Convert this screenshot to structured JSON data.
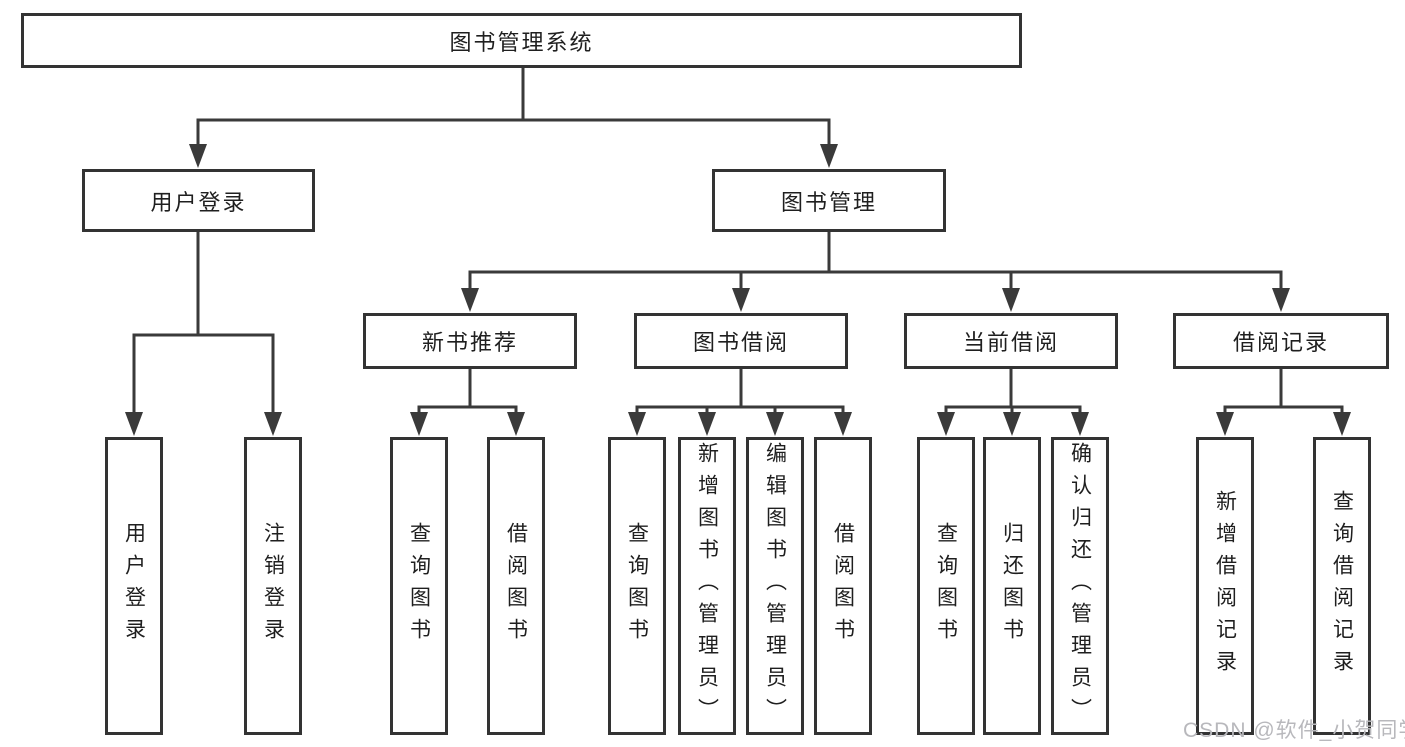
{
  "colors": {
    "line": "#3a3a3a",
    "box_border": "#333333",
    "text": "#1f1f1f",
    "watermark": "#b8b8bc",
    "background": "#ffffff"
  },
  "watermark": {
    "text": "CSDN @软件_小贺同学"
  },
  "tree": {
    "label": "图书管理系统",
    "children": [
      {
        "label": "用户登录",
        "children": [
          {
            "label": "用户登录"
          },
          {
            "label": "注销登录"
          }
        ]
      },
      {
        "label": "图书管理",
        "children": [
          {
            "label": "新书推荐",
            "children": [
              {
                "label": "查询图书"
              },
              {
                "label": "借阅图书"
              }
            ]
          },
          {
            "label": "图书借阅",
            "children": [
              {
                "label": "查询图书"
              },
              {
                "label": "新增图书（管理员）"
              },
              {
                "label": "编辑图书（管理员）"
              },
              {
                "label": "借阅图书"
              }
            ]
          },
          {
            "label": "当前借阅",
            "children": [
              {
                "label": "查询图书"
              },
              {
                "label": "归还图书"
              },
              {
                "label": "确认归还（管理员）"
              }
            ]
          },
          {
            "label": "借阅记录",
            "children": [
              {
                "label": "新增借阅记录"
              },
              {
                "label": "查询借阅记录"
              }
            ]
          }
        ]
      }
    ]
  }
}
